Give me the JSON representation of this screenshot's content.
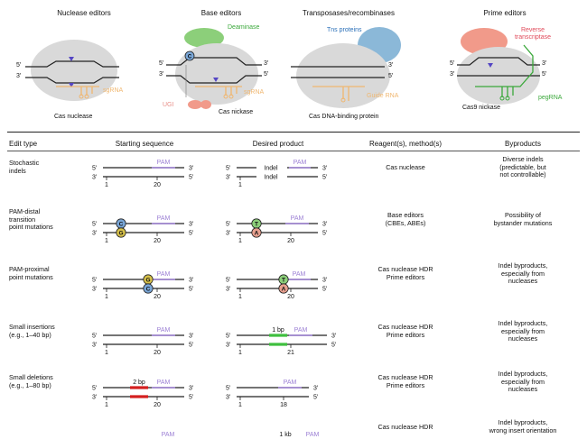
{
  "panels": [
    {
      "title": "Nuclease editors",
      "guide": "sgRNA",
      "caption": "Cas nuclease"
    },
    {
      "title": "Base editors",
      "enzyme": "Deaminase",
      "ugi": "UGI",
      "guide": "sgRNA",
      "caption": "Cas nickase"
    },
    {
      "title": "Transposases/recombinases",
      "enzyme": "Tns proteins",
      "guide": "Guide RNA",
      "caption": "Cas DNA-binding protein"
    },
    {
      "title": "Prime editors",
      "enzyme": "Reverse transcriptase",
      "guide": "pegRNA",
      "caption": "Cas9 nickase"
    }
  ],
  "strand": {
    "five": "5′",
    "three": "3′"
  },
  "marks": {
    "pam": "PAM",
    "indel": "Indel",
    "c": "C",
    "g": "G",
    "t": "T",
    "a": "A",
    "bp1": "1 bp",
    "bp2": "2 bp",
    "kb1": "1 kb"
  },
  "table": {
    "headers": [
      "Edit type",
      "Starting sequence",
      "Desired product",
      "Reagent(s), method(s)",
      "Byproducts"
    ],
    "rows": [
      {
        "edit": [
          "Stochastic",
          "indels"
        ],
        "start_ticks": [
          "1",
          "20"
        ],
        "prod_ticks": [
          "1"
        ],
        "reagent": [
          "Cas nuclease"
        ],
        "byproducts": [
          "Diverse indels",
          "(predictable, but",
          "not controllable)"
        ]
      },
      {
        "edit": [
          "PAM-distal",
          "transition",
          "point mutations"
        ],
        "start_ticks": [
          "1",
          "20"
        ],
        "prod_ticks": [
          "1",
          "20"
        ],
        "reagent": [
          "Base editors",
          "(CBEs, ABEs)"
        ],
        "byproducts": [
          "Possibility of",
          "bystander mutations"
        ]
      },
      {
        "edit": [
          "PAM-proximal",
          "point mutations"
        ],
        "start_ticks": [
          "1",
          "20"
        ],
        "prod_ticks": [
          "1",
          "20"
        ],
        "reagent": [
          "Cas nuclease HDR",
          "Prime editors"
        ],
        "byproducts": [
          "Indel byproducts,",
          "especially from",
          "nucleases"
        ]
      },
      {
        "edit": [
          "Small insertions",
          "(e.g., 1–40 bp)"
        ],
        "start_ticks": [
          "1",
          "20"
        ],
        "prod_ticks": [
          "1",
          "21"
        ],
        "reagent": [
          "Cas nuclease HDR",
          "Prime editors"
        ],
        "byproducts": [
          "Indel byproducts,",
          "especially from",
          "nucleases"
        ]
      },
      {
        "edit": [
          "Small deletions",
          "(e.g., 1–80 bp)"
        ],
        "start_ticks": [
          "1",
          "20"
        ],
        "prod_ticks": [
          "1",
          "18"
        ],
        "reagent": [
          "Cas nuclease HDR",
          "Prime editors"
        ],
        "byproducts": [
          "Indel byproducts,",
          "especially from",
          "nucleases"
        ]
      },
      {
        "edit": [],
        "start_ticks": [],
        "prod_ticks": [],
        "reagent": [
          "Cas nuclease HDR"
        ],
        "byproducts": [
          "Indel byproducts,",
          "wrong insert orientation"
        ]
      }
    ]
  },
  "colors": {
    "pam": "#9b7fd4",
    "guide": "#f0b770",
    "prime_rna": "#3aa83a",
    "cas": "#d9d9d9",
    "deaminase": "#8ccf7a",
    "tns": "#8bb8d8",
    "rt": "#f19a8a",
    "ugi": "#f19a8a",
    "c_base": "#7aa7d8",
    "g_base": "#d8c24a",
    "t_base": "#8ccf7a",
    "a_base": "#e8a08f",
    "insert": "#3fbf3f",
    "deletion": "#d42020",
    "rt_label": "#e04a5a",
    "tns_label": "#2a6fb8"
  }
}
